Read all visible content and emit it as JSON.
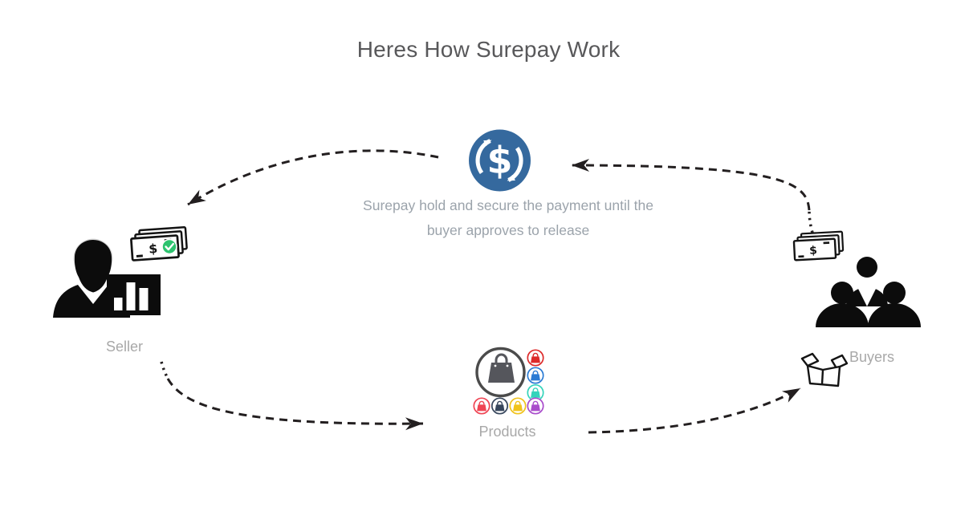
{
  "title": "Heres How Surepay Work",
  "center": {
    "caption_line1": "Surepay hold and secure the payment until the",
    "caption_line2": "buyer approves to release"
  },
  "nodes": {
    "surepay": {
      "icon": "surepay-cycle-dollar-logo"
    },
    "seller": {
      "label": "Seller",
      "icons": [
        "person-with-bar-chart",
        "money-bills-approved"
      ]
    },
    "buyers": {
      "label": "Buyers",
      "icons": [
        "people-group",
        "money-bills",
        "open-box"
      ]
    },
    "products": {
      "label": "Products",
      "icons": [
        "shopping-bag-circle",
        "colored-bag-badges"
      ]
    }
  },
  "flows": [
    {
      "from": "surepay",
      "to": "seller",
      "style": "dashed-curve"
    },
    {
      "from": "buyers",
      "to": "surepay",
      "style": "dashed-curve"
    },
    {
      "from": "seller",
      "to": "products",
      "style": "dashed-curve"
    },
    {
      "from": "products",
      "to": "buyers",
      "style": "dashed-curve"
    }
  ],
  "glyphs": {
    "currency": "$"
  },
  "colors": {
    "brand_blue": "#35699e",
    "title_text": "#58585a",
    "caption_text": "#9ba3ab",
    "label_text": "#a8a8a8",
    "arrow": "#231f20",
    "icon_black": "#141414",
    "check_green": "#2dc36f",
    "bag_gray": "#55565c",
    "head_gray": "#d8d8d8",
    "product_badges_column": [
      "#dd2a2a",
      "#2b7bd4",
      "#35d4bb"
    ],
    "product_badges_row": [
      "#ef4554",
      "#37465c",
      "#f0c31c",
      "#a94ccb"
    ]
  }
}
